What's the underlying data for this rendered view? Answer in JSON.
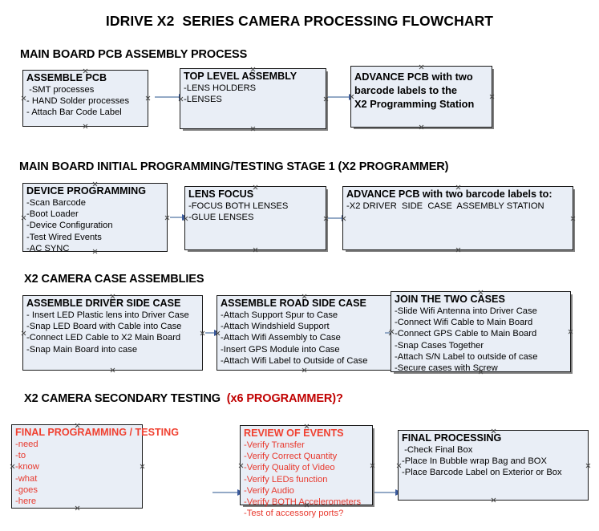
{
  "title": "IDRIVE X2  SERIES CAMERA PROCESSING FLOWCHART",
  "colors": {
    "box_fill": "#e9eef6",
    "box_border": "#1a1a1a",
    "connector": "#93a9c6",
    "arrow_head": "#3d5c9e",
    "accent_red": "#c00000",
    "text_red": "#f04030"
  },
  "sections": [
    {
      "heading": "MAIN BOARD PCB ASSEMBLY PROCESS",
      "heading_accent": "",
      "boxes": [
        {
          "title": "ASSEMBLE PCB",
          "lines": [
            " -SMT processes",
            "- HAND Solder processes",
            "- Attach Bar Code Label"
          ]
        },
        {
          "title": "TOP LEVEL ASSEMBLY",
          "lines": [
            "-LENS HOLDERS",
            "-LENSES"
          ]
        },
        {
          "title": "ADVANCE PCB with two\nbarcode labels to the\n X2 Programming Station",
          "lines": []
        }
      ]
    },
    {
      "heading": "MAIN BOARD INITIAL PROGRAMMING/TESTING STAGE 1 (X2 PROGRAMMER)",
      "heading_accent": "",
      "boxes": [
        {
          "title": "DEVICE PROGRAMMING",
          "lines": [
            "-Scan Barcode",
            "-Boot Loader",
            "-Device Configuration",
            "-Test Wired Events",
            "-AC SYNC"
          ]
        },
        {
          "title": "LENS FOCUS",
          "lines": [
            "-FOCUS BOTH LENSES",
            "-GLUE LENSES"
          ]
        },
        {
          "title": "ADVANCE PCB with two barcode labels to:",
          "lines": [
            "-X2 DRIVER  SIDE  CASE  ASSEMBLY STATION"
          ]
        }
      ]
    },
    {
      "heading": "X2 CAMERA CASE ASSEMBLIES",
      "heading_accent": "",
      "boxes": [
        {
          "title": "ASSEMBLE DRIVER SIDE CASE",
          "lines": [
            "- Insert LED Plastic lens into Driver Case",
            "-Snap LED Board with Cable into Case",
            "-Connect LED Cable to X2 Main Board",
            "-Snap Main Board into case"
          ]
        },
        {
          "title": "ASSEMBLE ROAD SIDE CASE",
          "lines": [
            "-Attach Support Spur to Case",
            "-Attach Windshield Support",
            "-Attach Wifi Assembly to Case",
            "-Insert GPS Module into Case",
            "-Attach Wifi Label to Outside of Case"
          ]
        },
        {
          "title": "JOIN THE TWO CASES",
          "lines": [
            "-Slide Wifi Antenna into Driver Case",
            "-Connect Wifi Cable to Main Board",
            "-Connect GPS Cable to Main Board",
            "-Snap Cases Together",
            "-Attach S/N Label to outside of case",
            "-Secure cases with Screw"
          ]
        }
      ]
    },
    {
      "heading": "X2 CAMERA SECONDARY TESTING  ",
      "heading_accent": "(x6 PROGRAMMER)?",
      "boxes": [
        {
          "title": "FINAL PROGRAMMING / TESTING",
          "lines": [
            "-need",
            "-to",
            "-know",
            "-what",
            "-goes",
            "-here"
          ]
        },
        {
          "title": "REVIEW OF EVENTS",
          "lines": [
            "-Verify Transfer",
            "-Verify Correct Quantity",
            "-Verify Quality of Video",
            "-Verify LEDs function",
            "-Verify Audio",
            "-Verify BOTH Accelerometers",
            "-Test of accessory ports?"
          ]
        },
        {
          "title": "FINAL PROCESSING",
          "lines": [
            " -Check Final Box",
            "-Place In Bubble wrap Bag and BOX",
            "-Place Barcode Label on Exterior or Box"
          ]
        }
      ]
    }
  ]
}
